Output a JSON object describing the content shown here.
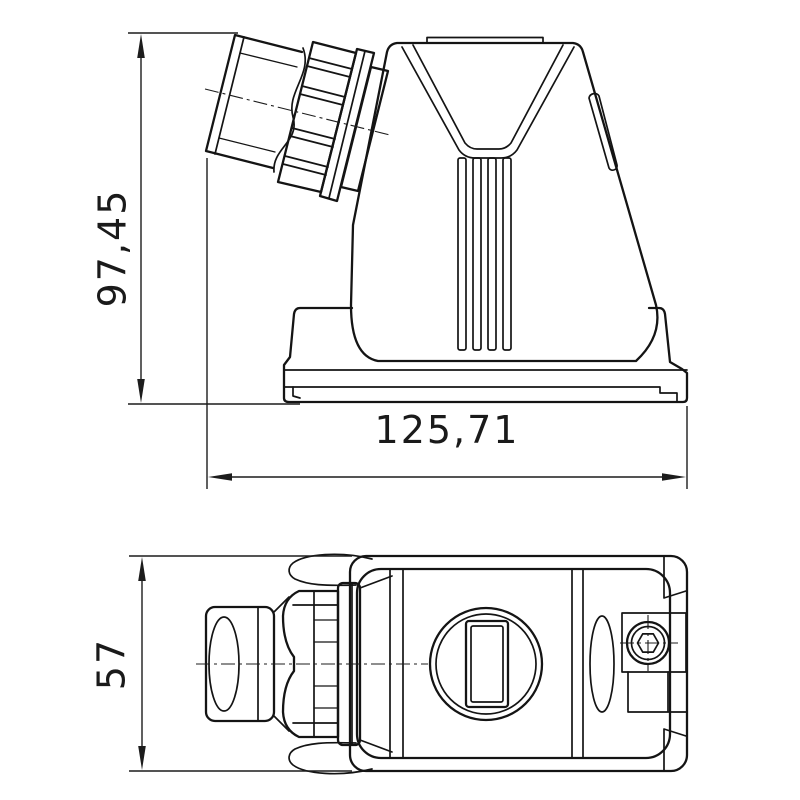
{
  "drawing": {
    "dimensions": {
      "height": "97,45",
      "width": "125,71",
      "depth": "57"
    },
    "colors": {
      "background": "#ffffff",
      "line": "#141414"
    }
  }
}
